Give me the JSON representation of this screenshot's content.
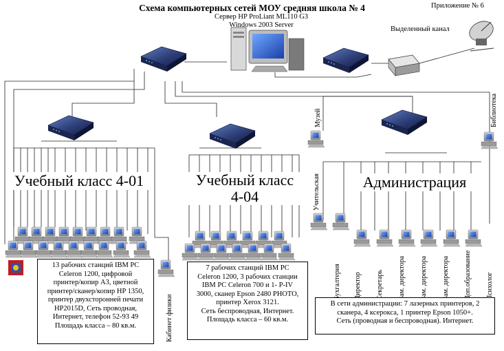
{
  "title": "Схема компьютерных сетей МОУ средняя школа № 4",
  "appendix": "Приложение № 6",
  "server": {
    "line1": "Сервер HP ProLiant ML110 G3",
    "line2": "Windows 2003 Server"
  },
  "channel": "Выделенный канал",
  "rooms": {
    "class_401": "Учебный класс 4-01",
    "class_404_line1": "Учебный класс",
    "class_404_line2": "4-04",
    "admin": "Администрация"
  },
  "side_labels": {
    "museum": "Музей",
    "library": "Библиотека",
    "teachers": "Учительская",
    "physics": "Кабинет физики"
  },
  "admin_stations": [
    "Бухгалтерия",
    "Директор",
    "Секретарь",
    "Зам. директора",
    "Зам. директора",
    "Зам. директора",
    "Доп.образование",
    "Психолог"
  ],
  "notes": {
    "class_401": [
      "13 рабочих станций IBM PC",
      "Celeron 1200, цифровой",
      "принтер/копир А3, цветной",
      "принтер/сканер/копир HP 1350,",
      "принтер двухсторонней печати",
      "HP2015D, Сеть проводная,",
      "Интернет, телефон 52-93 49",
      "Площадь класса – 80 кв.м."
    ],
    "class_404": [
      "7 рабочих станций IBM PC",
      "Celeron 1200, 3 рабочих станции",
      "IBM PC Celeron 700 и 1- P-IV",
      "3000, сканер Epson 2480 PHOTO,",
      "принтер Xerox 3121.",
      "Сеть беспроводная, Интернет.",
      "Площадь класса – 60 кв.м."
    ],
    "admin": [
      "В сети администрации: 7 лазерных принтеров, 2",
      "сканера, 4 ксерокса, 1 принтер Epson 1050+.",
      "Сеть (проводная и беспроводная). Интернет."
    ]
  }
}
